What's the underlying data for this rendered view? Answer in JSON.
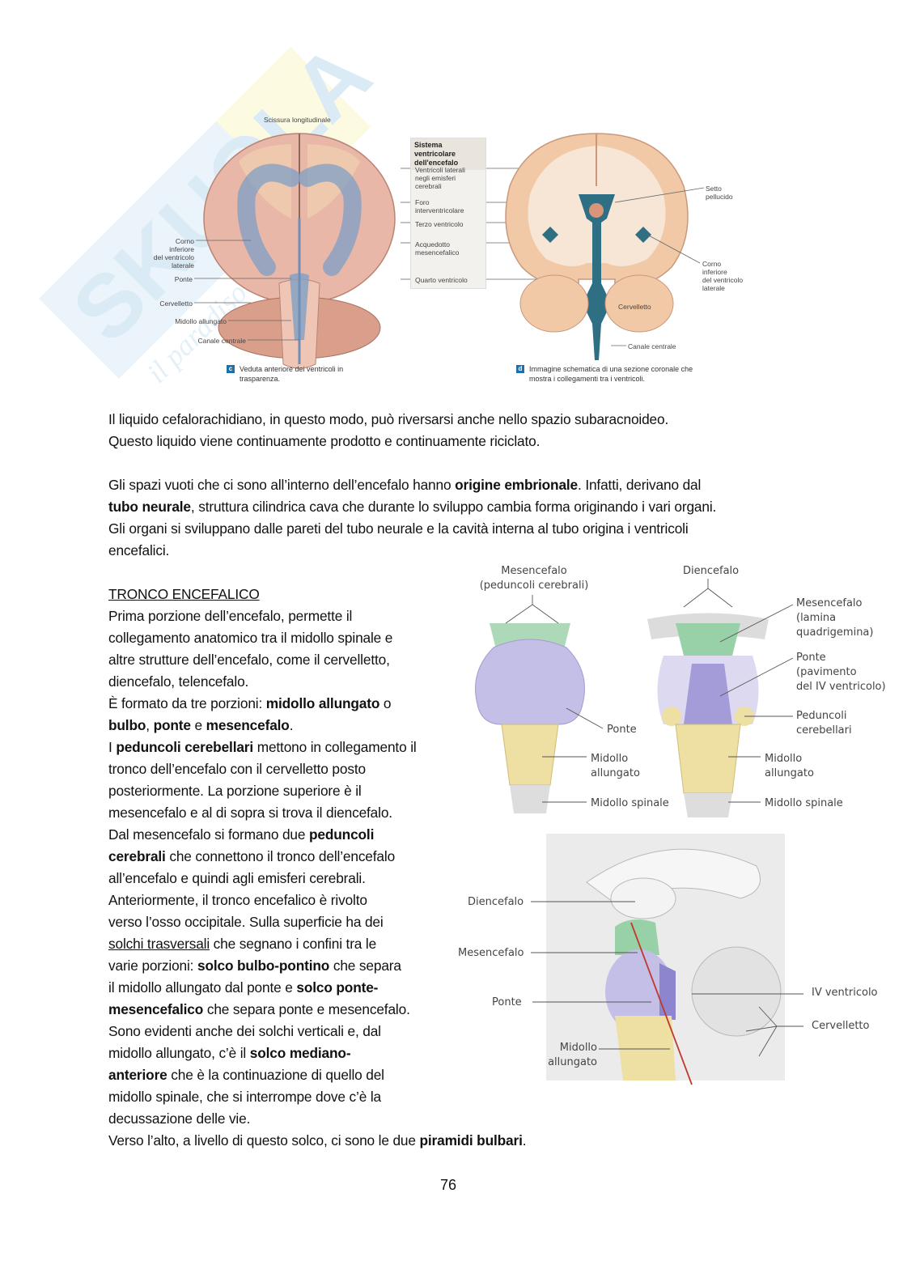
{
  "watermark": {
    "brand": "SKUOLA.net",
    "slogan": "il paradiso dello studente"
  },
  "figure_top": {
    "left_panel": {
      "labels": {
        "scissura": "Scissura longitudinale",
        "corno": [
          "Corno",
          "inferiore",
          "del ventricolo",
          "laterale"
        ],
        "ponte": "Ponte",
        "cervelletto": "Cervelletto",
        "midollo": "Midollo allungato",
        "canale": "Canale centrale"
      },
      "caption_badge": "c",
      "caption": [
        "Veduta anteriore dei ventricoli in",
        "trasparenza."
      ]
    },
    "legend": {
      "title": [
        "Sistema ventricolare",
        "dell'encefalo"
      ],
      "items": [
        [
          "Ventricoli laterali",
          "negli emisferi",
          "cerebrali"
        ],
        [
          "Foro",
          "interventricolare"
        ],
        [
          "Terzo ventricolo"
        ],
        [
          "Acquedotto",
          "mesencefalico"
        ],
        [
          "Quarto ventricolo"
        ]
      ]
    },
    "right_panel": {
      "labels": {
        "setto": [
          "Setto",
          "pellucido"
        ],
        "corno": [
          "Corno",
          "inferiore",
          "del ventricolo",
          "laterale"
        ],
        "cervelletto": "Cervelletto",
        "canale": "Canale centrale"
      },
      "caption_badge": "d",
      "caption": [
        "Immagine schematica di una sezione coronale che",
        "mostra i collegamenti tra i ventricoli."
      ]
    }
  },
  "paragraphs": {
    "p1": [
      "Il liquido cefalorachidiano, in questo modo, può riversarsi anche nello spazio subaracnoideo.",
      "Questo liquido viene continuamente prodotto e continuamente riciclato."
    ],
    "p2": {
      "a": "Gli spazi vuoti che ci sono all’interno dell’encefalo hanno ",
      "b": "origine embrionale",
      "c": ". Infatti, derivano dal",
      "d": "tubo neurale",
      "e": ", struttura cilindrica cava che durante lo sviluppo cambia forma originando i vari organi.",
      "f": "Gli organi si sviluppano dalle pareti del tubo neurale e la cavità interna al tubo origina i ventricoli",
      "g": "encefalici."
    }
  },
  "section": {
    "heading": "TRONCO ENCEFALICO",
    "lines": [
      [
        {
          "t": "Prima porzione dell’encefalo, permette il"
        }
      ],
      [
        {
          "t": "collegamento anatomico tra il midollo spinale e"
        }
      ],
      [
        {
          "t": "altre strutture dell’encefalo, come il cervelletto,"
        }
      ],
      [
        {
          "t": "diencefalo, telencefalo."
        }
      ],
      [
        {
          "t": "È formato da tre porzioni: "
        },
        {
          "t": "midollo allungato",
          "b": true
        },
        {
          "t": " o"
        }
      ],
      [
        {
          "t": "bulbo",
          "b": true
        },
        {
          "t": ", "
        },
        {
          "t": "ponte",
          "b": true
        },
        {
          "t": " e "
        },
        {
          "t": "mesencefalo",
          "b": true
        },
        {
          "t": "."
        }
      ],
      [
        {
          "t": "I "
        },
        {
          "t": "peduncoli cerebellari",
          "b": true
        },
        {
          "t": " mettono in collegamento il"
        }
      ],
      [
        {
          "t": "tronco dell’encefalo con il cervelletto posto"
        }
      ],
      [
        {
          "t": "posteriormente. La porzione superiore è il"
        }
      ],
      [
        {
          "t": "mesencefalo e al di sopra si trova il diencefalo."
        }
      ],
      [
        {
          "t": "Dal mesencefalo si formano due "
        },
        {
          "t": "peduncoli",
          "b": true
        }
      ],
      [
        {
          "t": "cerebrali",
          "b": true
        },
        {
          "t": " che connettono il tronco dell’encefalo"
        }
      ],
      [
        {
          "t": "all’encefalo e quindi agli emisferi cerebrali."
        }
      ],
      [
        {
          "t": "Anteriormente, il tronco encefalico è rivolto"
        }
      ],
      [
        {
          "t": "verso l’osso occipitale. Sulla superficie ha dei"
        }
      ],
      [
        {
          "t": "solchi trasversali",
          "u": true
        },
        {
          "t": " che segnano i confini tra le"
        }
      ],
      [
        {
          "t": "varie porzioni: "
        },
        {
          "t": "solco bulbo-pontino",
          "b": true
        },
        {
          "t": " che separa"
        }
      ],
      [
        {
          "t": "il midollo allungato dal ponte e "
        },
        {
          "t": "solco ponte-",
          "b": true
        }
      ],
      [
        {
          "t": "mesencefalico",
          "b": true
        },
        {
          "t": " che separa ponte e mesencefalo."
        }
      ],
      [
        {
          "t": "Sono evidenti anche dei solchi verticali e, dal"
        }
      ],
      [
        {
          "t": "midollo allungato, c’è il "
        },
        {
          "t": "solco mediano-",
          "b": true
        }
      ],
      [
        {
          "t": "anteriore",
          "b": true
        },
        {
          "t": " che è la continuazione di quello del"
        }
      ],
      [
        {
          "t": "midollo spinale, che si interrompe dove c’è la"
        }
      ],
      [
        {
          "t": "decussazione delle vie."
        }
      ],
      [
        {
          "t": "Verso l’alto, a livello di questo solco, ci sono le due "
        },
        {
          "t": "piramidi bulbari",
          "b": true
        },
        {
          "t": "."
        }
      ]
    ]
  },
  "figure_brainstem": {
    "anterior": {
      "top_label": [
        "Mesencefalo",
        "(peduncoli cerebrali)"
      ],
      "ponte": "Ponte",
      "midollo": [
        "Midollo",
        "allungato"
      ],
      "spinale": "Midollo spinale"
    },
    "posterior": {
      "top_label": "Diencefalo",
      "mesencefalo": [
        "Mesencefalo",
        "(lamina",
        "quadrigemina)"
      ],
      "ponte": [
        "Ponte",
        "(pavimento",
        "del IV ventricolo)"
      ],
      "peduncoli": [
        "Peduncoli",
        "cerebellari"
      ],
      "midollo": [
        "Midollo",
        "allungato"
      ],
      "spinale": "Midollo spinale"
    }
  },
  "figure_sagittal": {
    "diencefalo": "Diencefalo",
    "mesencefalo": "Mesencefalo",
    "ponte": "Ponte",
    "midollo": [
      "Midollo",
      "allungato"
    ],
    "ventricolo": "IV ventricolo",
    "cervelletto": "Cervelletto"
  },
  "colors": {
    "ventricle_blue": "#7f9fc6",
    "cortex_pink": "#e8b7a8",
    "teal": "#2e6f84",
    "mesencefalo_green": "#98d0a8",
    "ponte_lilac": "#c4bfe6",
    "midollo_yellow": "#eedfa2",
    "badge_blue": "#1f6fa8"
  },
  "footer": {
    "page_number": "76"
  }
}
